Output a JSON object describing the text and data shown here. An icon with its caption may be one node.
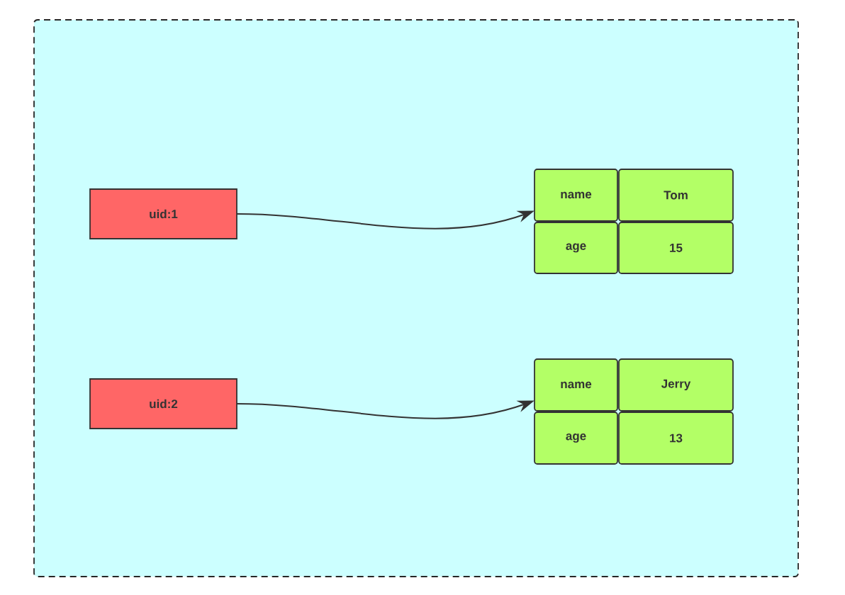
{
  "diagram": {
    "nodes": [
      {
        "text": [],
        "shape": "box"
      },
      {
        "text": [
          "uid:1"
        ],
        "in": 0
      },
      {
        "text": [
          "name"
        ],
        "in": 0
      },
      {
        "text": [
          "Tom"
        ],
        "in": 0
      },
      {
        "text": [
          "age"
        ],
        "in": 0
      },
      {
        "text": [
          "15"
        ],
        "in": 0
      },
      {
        "text": [
          "uid:2"
        ],
        "in": 0
      },
      {
        "text": [
          "name"
        ],
        "in": 0
      },
      {
        "text": [
          "Jerry"
        ],
        "in": 0
      },
      {
        "text": [
          "age"
        ],
        "in": 0
      },
      {
        "text": [
          "13"
        ],
        "in": 0
      }
    ],
    "edges": [
      {
        "from": 1,
        "to": 2,
        "arrow": "to"
      },
      {
        "from": 6,
        "to": 7,
        "arrow": "to"
      }
    ]
  }
}
